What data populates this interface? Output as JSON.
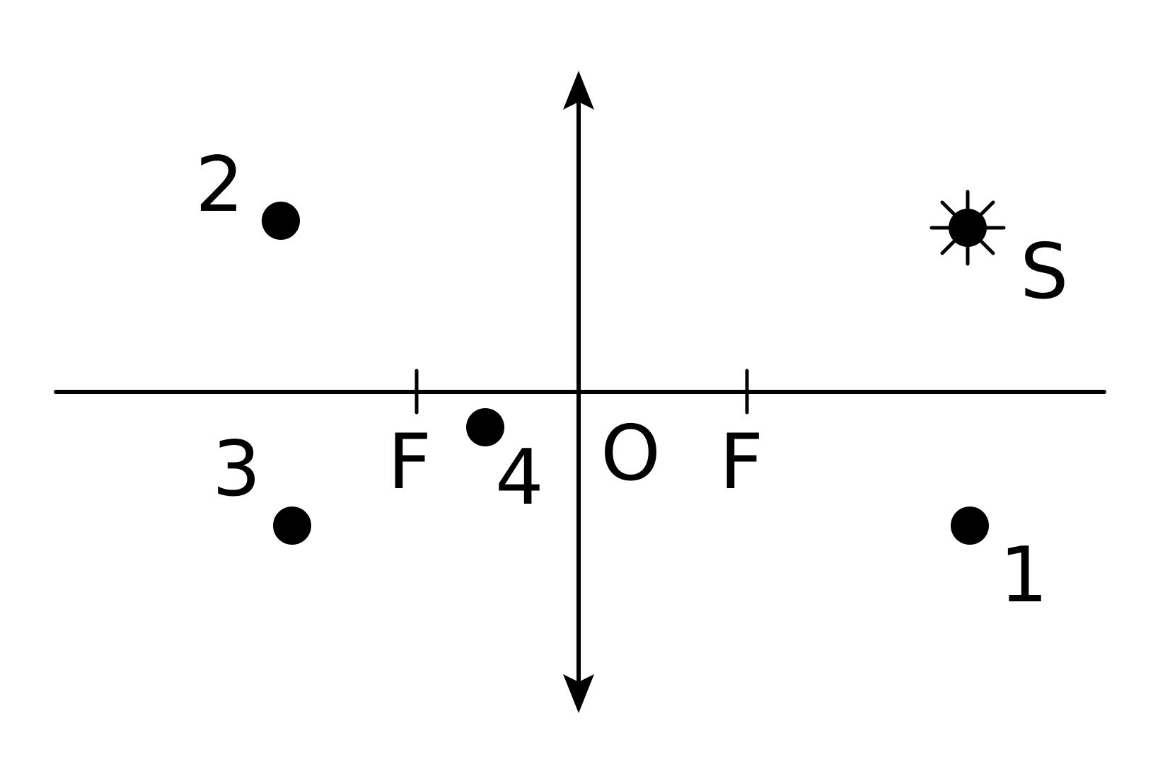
{
  "diagram": {
    "lens_type": "converging lens",
    "labels": {
      "source": "S",
      "optical_center": "O",
      "focus_left": "F",
      "focus_right": "F",
      "point_1": "1",
      "point_2": "2",
      "point_3": "3",
      "point_4": "4"
    },
    "colors": {
      "ink": "#000000",
      "background": "#ffffff"
    },
    "icons": {
      "source_marker": "sun-icon",
      "point_marker": "dot-icon"
    }
  }
}
